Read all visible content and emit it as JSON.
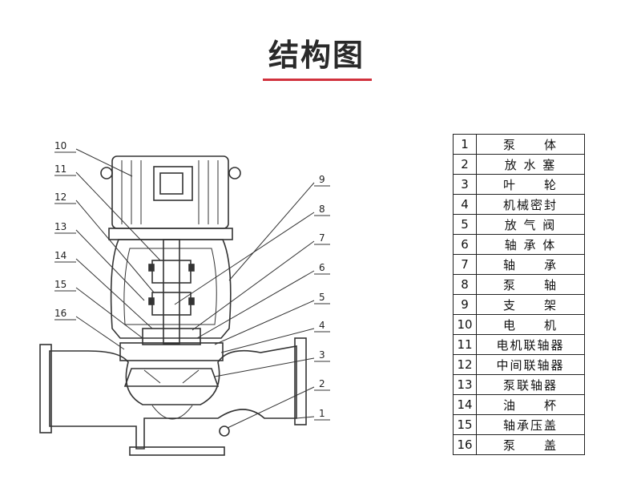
{
  "title": "结构图",
  "callouts": [
    "1",
    "2",
    "3",
    "4",
    "5",
    "6",
    "7",
    "8",
    "9",
    "10",
    "11",
    "12",
    "13",
    "14",
    "15",
    "16"
  ],
  "parts": [
    {
      "no": "1",
      "name": "泵　　体"
    },
    {
      "no": "2",
      "name": "放 水 塞"
    },
    {
      "no": "3",
      "name": "叶　　轮"
    },
    {
      "no": "4",
      "name": "机械密封"
    },
    {
      "no": "5",
      "name": "放 气 阀"
    },
    {
      "no": "6",
      "name": "轴 承 体"
    },
    {
      "no": "7",
      "name": "轴　　承"
    },
    {
      "no": "8",
      "name": "泵　　轴"
    },
    {
      "no": "9",
      "name": "支　　架"
    },
    {
      "no": "10",
      "name": "电　　机"
    },
    {
      "no": "11",
      "name": "电机联轴器"
    },
    {
      "no": "12",
      "name": "中间联轴器"
    },
    {
      "no": "13",
      "name": "泵联轴器"
    },
    {
      "no": "14",
      "name": "油　　杯"
    },
    {
      "no": "15",
      "name": "轴承压盖"
    },
    {
      "no": "16",
      "name": "泵　　盖"
    }
  ]
}
